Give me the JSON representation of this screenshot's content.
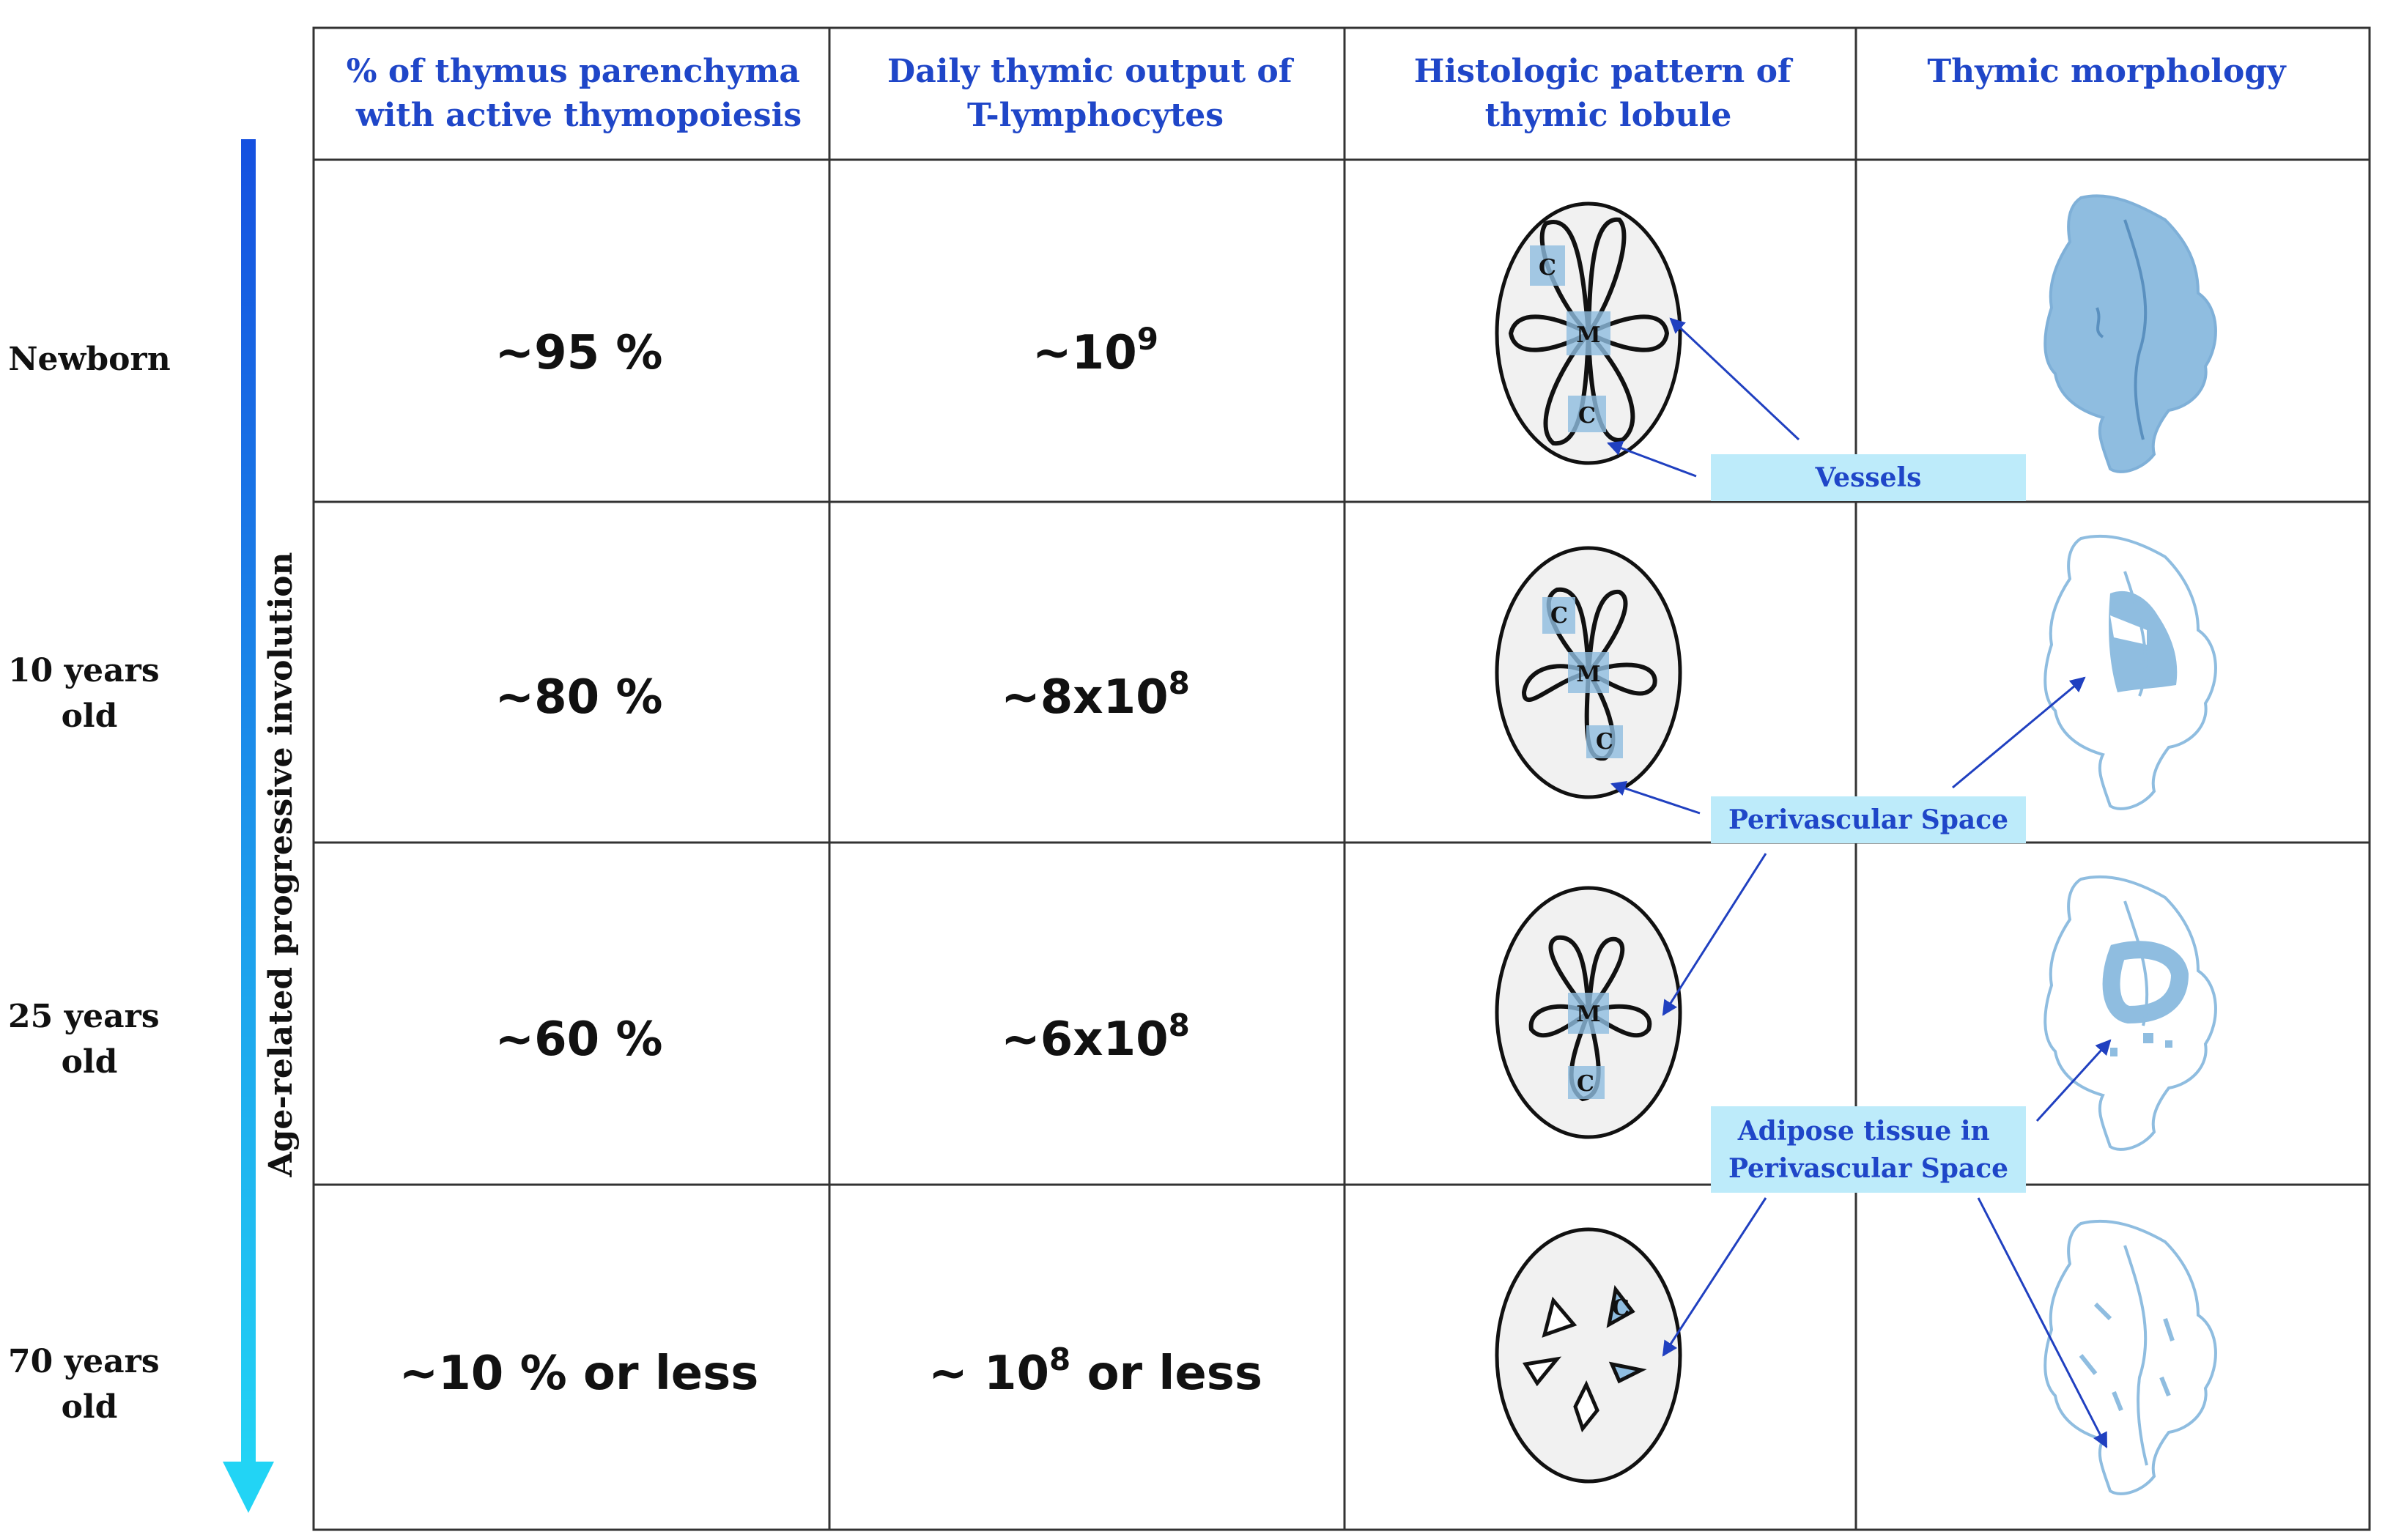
{
  "headers": {
    "col1": [
      "% of thymus parenchyma",
      "with active thymopoiesis"
    ],
    "col2": [
      "Daily thymic output of",
      "T-lymphocytes"
    ],
    "col3": [
      "Histologic pattern of",
      "thymic lobule"
    ],
    "col4": [
      "Thymic morphology"
    ]
  },
  "rows": [
    {
      "age": [
        "Newborn"
      ],
      "pct": "~95 %",
      "output_base": "~10",
      "output_exp": "9",
      "output_suffix": ""
    },
    {
      "age": [
        "10 years",
        "old"
      ],
      "pct": "~80 %",
      "output_base": "~8x10",
      "output_exp": "8",
      "output_suffix": ""
    },
    {
      "age": [
        "25 years",
        "old"
      ],
      "pct": "~60 %",
      "output_base": "~6x10",
      "output_exp": "8",
      "output_suffix": ""
    },
    {
      "age": [
        "70 years",
        "old"
      ],
      "pct": "~10 % or less",
      "output_base": "~ 10",
      "output_exp": "8",
      "output_suffix": " or less"
    }
  ],
  "axis_label": "Age-related progressive involution",
  "callouts": {
    "vessels": "Vessels",
    "perivascular": "Perivascular Space",
    "adipose": [
      "Adipose tissue in",
      "Perivascular Space"
    ]
  },
  "cell_labels": {
    "cortex": "C",
    "medulla": "M"
  },
  "colors": {
    "header_text": "#1f46c8",
    "callout_bg": "#bdebfa",
    "tissue_fill": "#8fbde0",
    "arrow_top": "#1550e0",
    "arrow_bottom": "#22d4f5",
    "grid": "#333333"
  }
}
